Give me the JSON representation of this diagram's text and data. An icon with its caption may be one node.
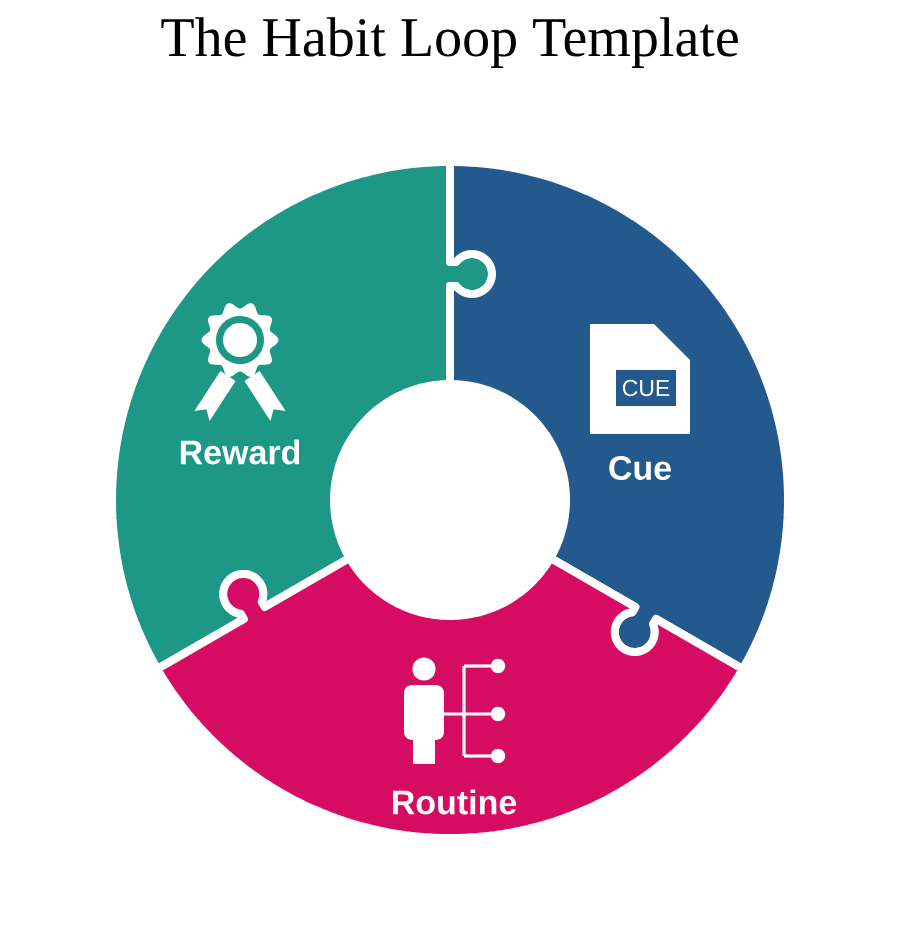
{
  "diagram": {
    "title": "The Habit Loop Template",
    "nodes": [
      {
        "text": [
          "Reward"
        ]
      },
      {
        "text": [
          "CUE",
          "Cue"
        ]
      },
      {
        "text": [
          "Routine"
        ]
      }
    ]
  }
}
